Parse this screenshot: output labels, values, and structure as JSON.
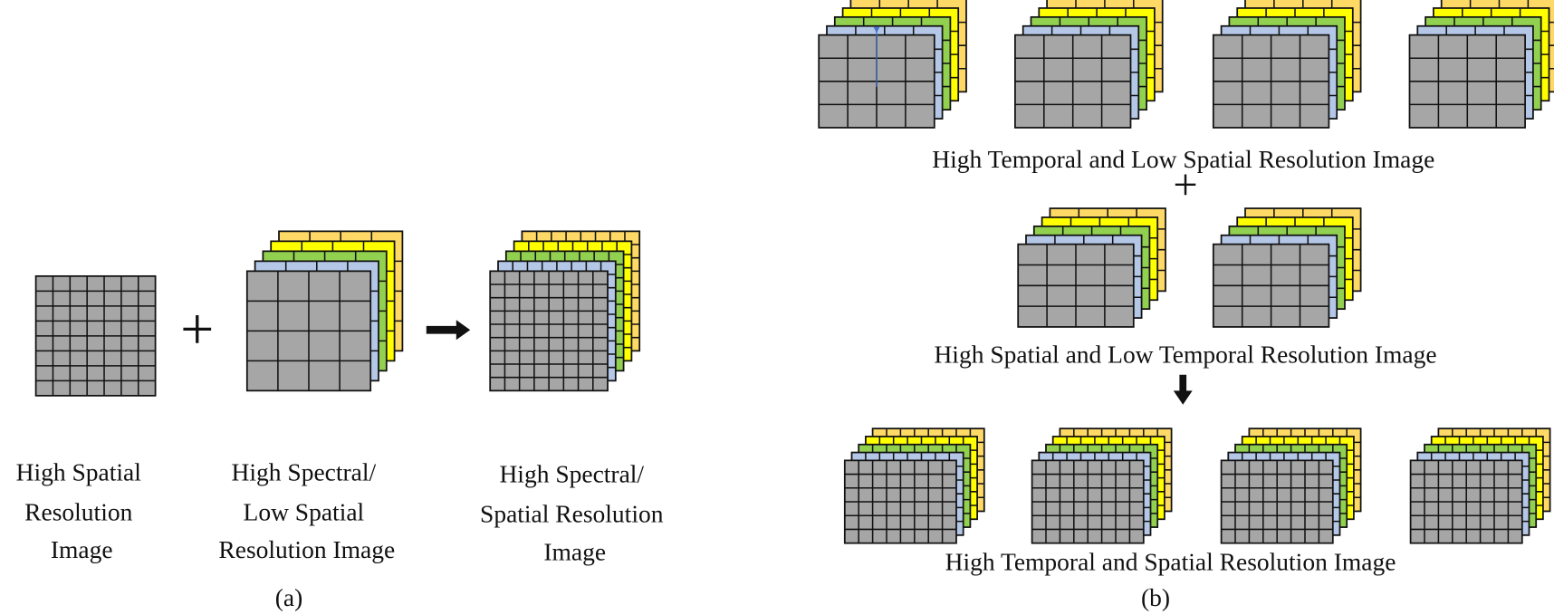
{
  "colors": {
    "front": "#a6a6a6",
    "layer1": "#b4c7e7",
    "layer2": "#92d050",
    "layer3": "#ffff00",
    "layer4": "#ffd966",
    "stroke": "#111111",
    "marker": "#4472c4"
  },
  "panel_a": {
    "input1_label": [
      "High Spatial",
      "Resolution",
      "Image"
    ],
    "input2_label": [
      "High Spectral/",
      "Low Spatial",
      "Resolution  Image"
    ],
    "output_label": [
      "High Spectral/",
      "Spatial Resolution",
      "Image"
    ],
    "plus": "+",
    "caption": "(a)"
  },
  "panel_b": {
    "row1_label": "High Temporal and Low Spatial Resolution  Image",
    "plus": "+",
    "row2_label": "High Spatial and Low Temporal Resolution  Image",
    "row3_label": "High Temporal and Spatial Resolution  Image",
    "caption": "(b)"
  }
}
